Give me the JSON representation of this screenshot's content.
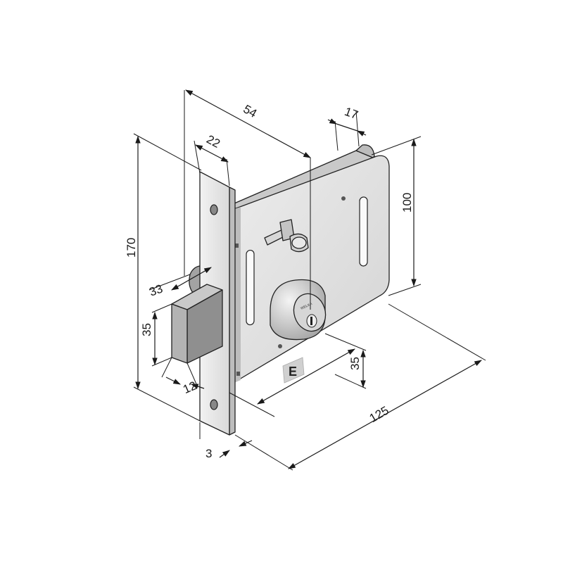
{
  "drawing": {
    "dimensions": {
      "width_54": "54",
      "width_17": "17",
      "width_22": "22",
      "height_170": "170",
      "height_100": "100",
      "offset_33": "33",
      "bolt_35": "35",
      "bolt_12": "12",
      "plate_3": "3",
      "backset_35": "35",
      "length_125": "125"
    },
    "label_e": "E",
    "cylinder_brand": "WELKA"
  },
  "colors": {
    "background": "#ffffff",
    "line": "#1a1a1a",
    "metal_light": "#e6e6e6",
    "metal_mid": "#cfcfcf",
    "metal_dark": "#a8a8a8",
    "bolt_face": "#b3b3b3",
    "e_box": "#d0d0d0"
  }
}
